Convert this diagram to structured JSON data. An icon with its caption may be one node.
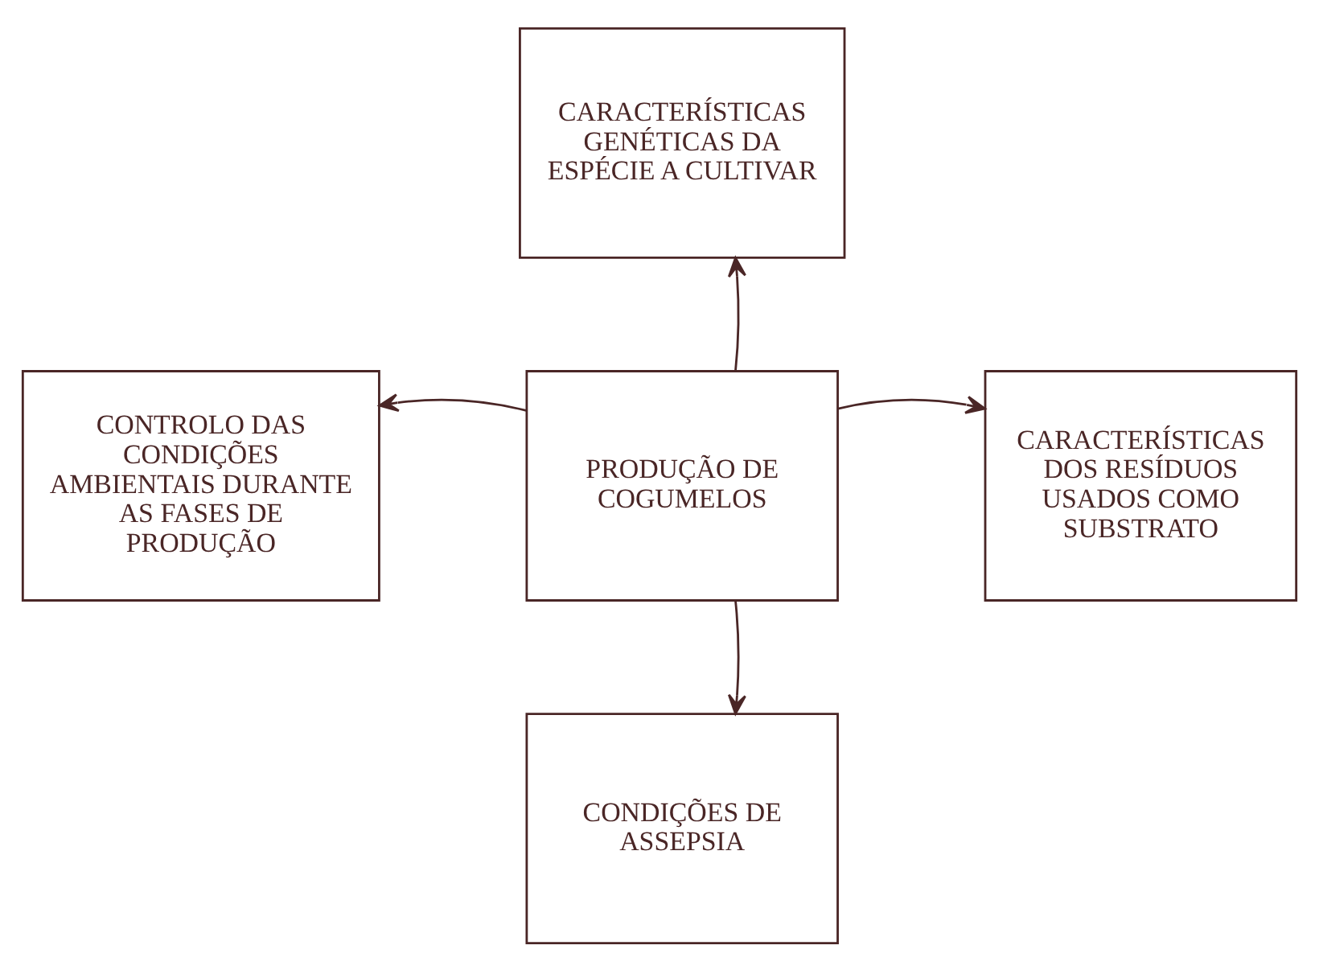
{
  "diagram": {
    "nodes": [
      {
        "text": [
          "CARACTERÍSTICAS GENÉTICAS DA ESPÉCIE A CULTIVAR"
        ]
      },
      {
        "text": [
          "CONTROLO DAS CONDIÇÕES AMBIENTAIS DURANTE AS FASES DE PRODUÇÃO"
        ]
      },
      {
        "text": [
          "PRODUÇÃO DE COGUMELOS"
        ]
      },
      {
        "text": [
          "CARACTERÍSTICAS DOS RESÍDUOS USADOS COMO SUBSTRATO"
        ]
      },
      {
        "text": [
          "CONDIÇÕES DE ASSEPSIA"
        ]
      }
    ],
    "edges": [
      {
        "from": 2,
        "to": 0,
        "arrow": "to"
      },
      {
        "from": 2,
        "to": 1,
        "arrow": "to"
      },
      {
        "from": 2,
        "to": 3,
        "arrow": "to"
      },
      {
        "from": 2,
        "to": 4,
        "arrow": "to"
      }
    ]
  }
}
